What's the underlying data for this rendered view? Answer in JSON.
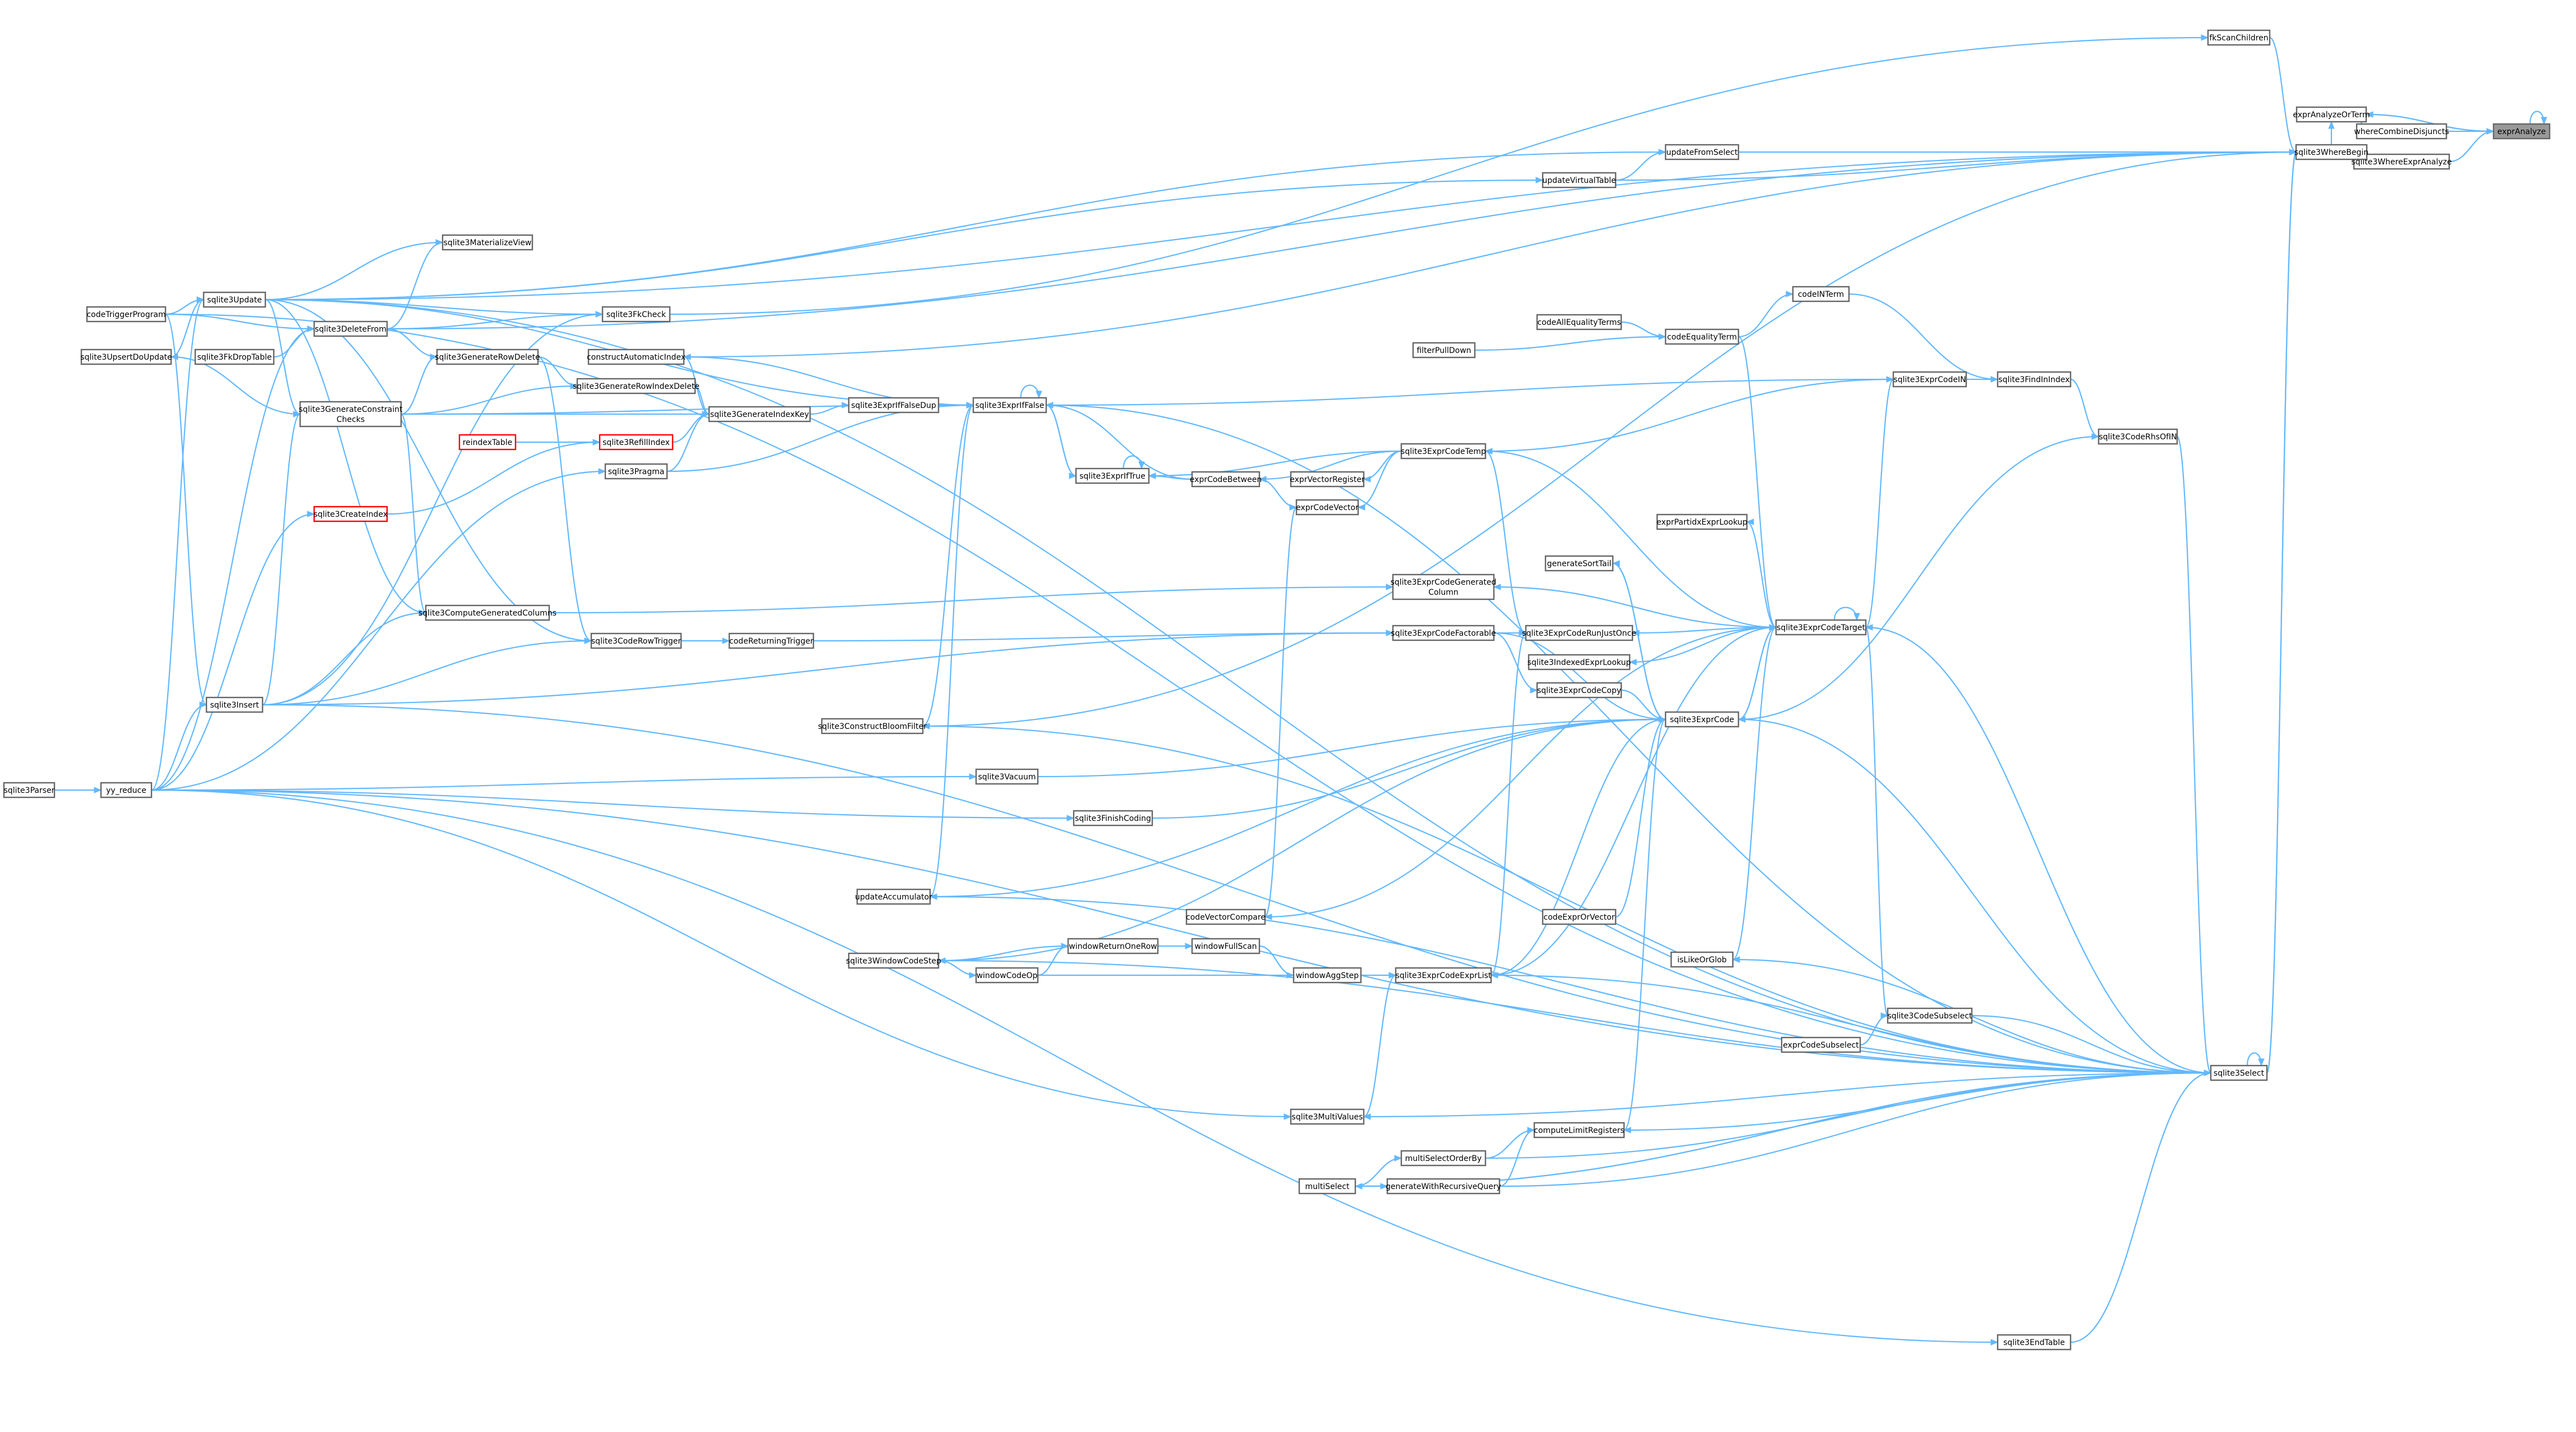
{
  "nodes": [
    {
      "id": "exprAnalyze",
      "label": "exprAnalyze",
      "style": "target"
    },
    {
      "id": "exprAnalyzeOrTerm",
      "label": "exprAnalyzeOrTerm",
      "style": "normal"
    },
    {
      "id": "whereCombineDisjuncts",
      "label": "whereCombineDisjuncts",
      "style": "normal"
    },
    {
      "id": "sqlite3WhereExprAnalyze",
      "label": "sqlite3WhereExprAnalyze",
      "style": "normal"
    },
    {
      "id": "sqlite3WhereBegin",
      "label": "sqlite3WhereBegin",
      "style": "normal"
    },
    {
      "id": "fkScanChildren",
      "label": "fkScanChildren",
      "style": "normal"
    },
    {
      "id": "updateFromSelect",
      "label": "updateFromSelect",
      "style": "normal"
    },
    {
      "id": "updateVirtualTable",
      "label": "updateVirtualTable",
      "style": "normal"
    },
    {
      "id": "sqlite3Update",
      "label": "sqlite3Update",
      "style": "normal"
    },
    {
      "id": "codeTriggerProgram",
      "label": "codeTriggerProgram",
      "style": "normal"
    },
    {
      "id": "sqlite3UpsertDoUpdate",
      "label": "sqlite3UpsertDoUpdate",
      "style": "normal"
    },
    {
      "id": "sqlite3FkDropTable",
      "label": "sqlite3FkDropTable",
      "style": "normal"
    },
    {
      "id": "sqlite3DeleteFrom",
      "label": "sqlite3DeleteFrom",
      "style": "normal"
    },
    {
      "id": "sqlite3GenerateConstraintChecks",
      "label": "sqlite3GenerateConstraint\nChecks",
      "style": "normal"
    },
    {
      "id": "sqlite3Insert",
      "label": "sqlite3Insert",
      "style": "normal"
    },
    {
      "id": "yy_reduce",
      "label": "yy_reduce",
      "style": "normal"
    },
    {
      "id": "sqlite3Parser",
      "label": "sqlite3Parser",
      "style": "normal"
    },
    {
      "id": "sqlite3MaterializeView",
      "label": "sqlite3MaterializeView",
      "style": "normal"
    },
    {
      "id": "sqlite3FkCheck",
      "label": "sqlite3FkCheck",
      "style": "normal"
    },
    {
      "id": "sqlite3GenerateRowDelete",
      "label": "sqlite3GenerateRowDelete",
      "style": "normal"
    },
    {
      "id": "constructAutomaticIndex",
      "label": "constructAutomaticIndex",
      "style": "normal"
    },
    {
      "id": "sqlite3GenerateRowIndexDelete",
      "label": "sqlite3GenerateRowIndexDelete",
      "style": "normal"
    },
    {
      "id": "sqlite3GenerateIndexKey",
      "label": "sqlite3GenerateIndexKey",
      "style": "normal"
    },
    {
      "id": "sqlite3ExprIfFalseDup",
      "label": "sqlite3ExprIfFalseDup",
      "style": "normal"
    },
    {
      "id": "sqlite3ExprIfFalse",
      "label": "sqlite3ExprIfFalse",
      "style": "normal"
    },
    {
      "id": "reindexTable",
      "label": "reindexTable",
      "style": "red"
    },
    {
      "id": "sqlite3RefillIndex",
      "label": "sqlite3RefillIndex",
      "style": "red"
    },
    {
      "id": "sqlite3Pragma",
      "label": "sqlite3Pragma",
      "style": "normal"
    },
    {
      "id": "sqlite3CreateIndex",
      "label": "sqlite3CreateIndex",
      "style": "red"
    },
    {
      "id": "sqlite3ComputeGeneratedColumns",
      "label": "sqlite3ComputeGeneratedColumns",
      "style": "normal"
    },
    {
      "id": "sqlite3CodeRowTrigger",
      "label": "sqlite3CodeRowTrigger",
      "style": "normal"
    },
    {
      "id": "codeReturningTrigger",
      "label": "codeReturningTrigger",
      "style": "normal"
    },
    {
      "id": "sqlite3ExprIfTrue",
      "label": "sqlite3ExprIfTrue",
      "style": "normal"
    },
    {
      "id": "exprCodeBetween",
      "label": "exprCodeBetween",
      "style": "normal"
    },
    {
      "id": "sqlite3ExprCodeTemp",
      "label": "sqlite3ExprCodeTemp",
      "style": "normal"
    },
    {
      "id": "exprVectorRegister",
      "label": "exprVectorRegister",
      "style": "normal"
    },
    {
      "id": "exprCodeVector",
      "label": "exprCodeVector",
      "style": "normal"
    },
    {
      "id": "sqlite3ExprCodeGeneratedColumn",
      "label": "sqlite3ExprCodeGenerated\nColumn",
      "style": "normal"
    },
    {
      "id": "sqlite3ExprCodeFactorable",
      "label": "sqlite3ExprCodeFactorable",
      "style": "normal"
    },
    {
      "id": "sqlite3ExprCodeRunJustOnce",
      "label": "sqlite3ExprCodeRunJustOnce",
      "style": "normal"
    },
    {
      "id": "sqlite3IndexedExprLookup",
      "label": "sqlite3IndexedExprLookup",
      "style": "normal"
    },
    {
      "id": "sqlite3ExprCodeCopy",
      "label": "sqlite3ExprCodeCopy",
      "style": "normal"
    },
    {
      "id": "sqlite3ExprCode",
      "label": "sqlite3ExprCode",
      "style": "normal"
    },
    {
      "id": "sqlite3ExprCodeTarget",
      "label": "sqlite3ExprCodeTarget",
      "style": "normal"
    },
    {
      "id": "exprPartidxExprLookup",
      "label": "exprPartidxExprLookup",
      "style": "normal"
    },
    {
      "id": "generateSortTail",
      "label": "generateSortTail",
      "style": "normal"
    },
    {
      "id": "codeINTerm",
      "label": "codeINTerm",
      "style": "normal"
    },
    {
      "id": "codeAllEqualityTerms",
      "label": "codeAllEqualityTerms",
      "style": "normal"
    },
    {
      "id": "filterPullDown",
      "label": "filterPullDown",
      "style": "normal"
    },
    {
      "id": "codeEqualityTerm",
      "label": "codeEqualityTerm",
      "style": "normal"
    },
    {
      "id": "sqlite3ExprCodeIN",
      "label": "sqlite3ExprCodeIN",
      "style": "normal"
    },
    {
      "id": "sqlite3FindInIndex",
      "label": "sqlite3FindInIndex",
      "style": "normal"
    },
    {
      "id": "sqlite3CodeRhsOfIN",
      "label": "sqlite3CodeRhsOfIN",
      "style": "normal"
    },
    {
      "id": "sqlite3ConstructBloomFilter",
      "label": "sqlite3ConstructBloomFilter",
      "style": "normal"
    },
    {
      "id": "sqlite3Vacuum",
      "label": "sqlite3Vacuum",
      "style": "normal"
    },
    {
      "id": "sqlite3FinishCoding",
      "label": "sqlite3FinishCoding",
      "style": "normal"
    },
    {
      "id": "updateAccumulator",
      "label": "updateAccumulator",
      "style": "normal"
    },
    {
      "id": "codeVectorCompare",
      "label": "codeVectorCompare",
      "style": "normal"
    },
    {
      "id": "codeExprOrVector",
      "label": "codeExprOrVector",
      "style": "normal"
    },
    {
      "id": "sqlite3WindowCodeStep",
      "label": "sqlite3WindowCodeStep",
      "style": "normal"
    },
    {
      "id": "windowReturnOneRow",
      "label": "windowReturnOneRow",
      "style": "normal"
    },
    {
      "id": "windowFullScan",
      "label": "windowFullScan",
      "style": "normal"
    },
    {
      "id": "windowCodeOp",
      "label": "windowCodeOp",
      "style": "normal"
    },
    {
      "id": "windowAggStep",
      "label": "windowAggStep",
      "style": "normal"
    },
    {
      "id": "sqlite3ExprCodeExprList",
      "label": "sqlite3ExprCodeExprList",
      "style": "normal"
    },
    {
      "id": "isLikeOrGlob",
      "label": "isLikeOrGlob",
      "style": "normal"
    },
    {
      "id": "sqlite3CodeSubselect",
      "label": "sqlite3CodeSubselect",
      "style": "normal"
    },
    {
      "id": "exprCodeSubselect",
      "label": "exprCodeSubselect",
      "style": "normal"
    },
    {
      "id": "sqlite3Select",
      "label": "sqlite3Select",
      "style": "normal"
    },
    {
      "id": "sqlite3MultiValues",
      "label": "sqlite3MultiValues",
      "style": "normal"
    },
    {
      "id": "computeLimitRegisters",
      "label": "computeLimitRegisters",
      "style": "normal"
    },
    {
      "id": "multiSelectOrderBy",
      "label": "multiSelectOrderBy",
      "style": "normal"
    },
    {
      "id": "multiSelect",
      "label": "multiSelect",
      "style": "normal"
    },
    {
      "id": "generateWithRecursiveQuery",
      "label": "generateWithRecursiveQuery",
      "style": "normal"
    },
    {
      "id": "sqlite3EndTable",
      "label": "sqlite3EndTable",
      "style": "normal"
    }
  ],
  "edges": [
    [
      "exprAnalyzeOrTerm",
      "exprAnalyze"
    ],
    [
      "whereCombineDisjuncts",
      "exprAnalyze"
    ],
    [
      "sqlite3WhereExprAnalyze",
      "exprAnalyze"
    ],
    [
      "exprAnalyze",
      "exprAnalyze"
    ],
    [
      "exprAnalyze",
      "exprAnalyzeOrTerm"
    ],
    [
      "exprAnalyzeOrTerm",
      "whereCombineDisjuncts"
    ],
    [
      "sqlite3WhereBegin",
      "sqlite3WhereExprAnalyze"
    ],
    [
      "sqlite3WhereBegin",
      "exprAnalyzeOrTerm"
    ],
    [
      "fkScanChildren",
      "sqlite3WhereBegin"
    ],
    [
      "updateFromSelect",
      "sqlite3WhereBegin"
    ],
    [
      "updateVirtualTable",
      "sqlite3WhereBegin"
    ],
    [
      "sqlite3Update",
      "sqlite3WhereBegin"
    ],
    [
      "sqlite3DeleteFrom",
      "sqlite3WhereBegin"
    ],
    [
      "sqlite3Select",
      "sqlite3WhereBegin"
    ],
    [
      "sqlite3FkCheck",
      "fkScanChildren"
    ],
    [
      "sqlite3Update",
      "updateFromSelect"
    ],
    [
      "sqlite3Update",
      "updateVirtualTable"
    ],
    [
      "updateVirtualTable",
      "updateFromSelect"
    ],
    [
      "codeTriggerProgram",
      "sqlite3Update"
    ],
    [
      "sqlite3UpsertDoUpdate",
      "sqlite3Update"
    ],
    [
      "yy_reduce",
      "sqlite3Update"
    ],
    [
      "codeTriggerProgram",
      "sqlite3DeleteFrom"
    ],
    [
      "sqlite3FkDropTable",
      "sqlite3DeleteFrom"
    ],
    [
      "yy_reduce",
      "sqlite3DeleteFrom"
    ],
    [
      "sqlite3GenerateConstraintChecks",
      "sqlite3UpsertDoUpdate"
    ],
    [
      "sqlite3Insert",
      "sqlite3GenerateConstraintChecks"
    ],
    [
      "sqlite3Update",
      "sqlite3GenerateConstraintChecks"
    ],
    [
      "codeTriggerProgram",
      "sqlite3Insert"
    ],
    [
      "yy_reduce",
      "sqlite3Insert"
    ],
    [
      "sqlite3Parser",
      "yy_reduce"
    ],
    [
      "sqlite3Update",
      "sqlite3MaterializeView"
    ],
    [
      "sqlite3DeleteFrom",
      "sqlite3MaterializeView"
    ],
    [
      "sqlite3Update",
      "sqlite3FkCheck"
    ],
    [
      "sqlite3DeleteFrom",
      "sqlite3FkCheck"
    ],
    [
      "sqlite3Insert",
      "sqlite3FkCheck"
    ],
    [
      "sqlite3DeleteFrom",
      "sqlite3GenerateRowDelete"
    ],
    [
      "sqlite3GenerateConstraintChecks",
      "sqlite3GenerateRowDelete"
    ],
    [
      "sqlite3GenerateRowDelete",
      "sqlite3GenerateRowIndexDelete"
    ],
    [
      "sqlite3GenerateConstraintChecks",
      "sqlite3GenerateRowIndexDelete"
    ],
    [
      "sqlite3GenerateRowIndexDelete",
      "sqlite3GenerateIndexKey"
    ],
    [
      "sqlite3GenerateConstraintChecks",
      "sqlite3GenerateIndexKey"
    ],
    [
      "sqlite3RefillIndex",
      "sqlite3GenerateIndexKey"
    ],
    [
      "sqlite3Pragma",
      "sqlite3GenerateIndexKey"
    ],
    [
      "constructAutomaticIndex",
      "sqlite3GenerateIndexKey"
    ],
    [
      "sqlite3GenerateIndexKey",
      "sqlite3ExprIfFalseDup"
    ],
    [
      "sqlite3ExprIfFalseDup",
      "sqlite3ExprIfFalse"
    ],
    [
      "constructAutomaticIndex",
      "sqlite3ExprIfFalse"
    ],
    [
      "sqlite3Update",
      "sqlite3ExprIfFalse"
    ],
    [
      "sqlite3GenerateConstraintChecks",
      "sqlite3ExprIfFalse"
    ],
    [
      "sqlite3Pragma",
      "sqlite3ExprIfFalse"
    ],
    [
      "sqlite3ExprIfTrue",
      "sqlite3ExprIfFalse"
    ],
    [
      "exprCodeBetween",
      "sqlite3ExprIfFalse"
    ],
    [
      "sqlite3ExprIfFalse",
      "sqlite3ExprIfTrue"
    ],
    [
      "sqlite3ExprIfTrue",
      "sqlite3ExprIfTrue"
    ],
    [
      "sqlite3ExprIfFalse",
      "sqlite3ExprIfFalse"
    ],
    [
      "sqlite3ConstructBloomFilter",
      "sqlite3ExprIfFalse"
    ],
    [
      "updateAccumulator",
      "sqlite3ExprIfFalse"
    ],
    [
      "sqlite3Select",
      "sqlite3ExprIfFalse"
    ],
    [
      "sqlite3WhereBegin",
      "constructAutomaticIndex"
    ],
    [
      "reindexTable",
      "sqlite3RefillIndex"
    ],
    [
      "sqlite3CreateIndex",
      "sqlite3RefillIndex"
    ],
    [
      "yy_reduce",
      "sqlite3Pragma"
    ],
    [
      "yy_reduce",
      "sqlite3CreateIndex"
    ],
    [
      "sqlite3Insert",
      "sqlite3ComputeGeneratedColumns"
    ],
    [
      "sqlite3Update",
      "sqlite3ComputeGeneratedColumns"
    ],
    [
      "sqlite3GenerateConstraintChecks",
      "sqlite3ComputeGeneratedColumns"
    ],
    [
      "sqlite3Insert",
      "sqlite3CodeRowTrigger"
    ],
    [
      "sqlite3Update",
      "sqlite3CodeRowTrigger"
    ],
    [
      "sqlite3GenerateRowDelete",
      "sqlite3CodeRowTrigger"
    ],
    [
      "sqlite3CodeRowTrigger",
      "codeReturningTrigger"
    ],
    [
      "exprCodeBetween",
      "sqlite3ExprIfTrue"
    ],
    [
      "sqlite3ExprCodeTemp",
      "sqlite3ExprIfTrue"
    ],
    [
      "sqlite3ExprCodeTemp",
      "exprCodeBetween"
    ],
    [
      "exprCodeVector",
      "exprCodeBetween"
    ],
    [
      "sqlite3ExprCodeTemp",
      "exprVectorRegister"
    ],
    [
      "sqlite3ExprCodeTemp",
      "exprCodeVector"
    ],
    [
      "sqlite3ExprCodeTarget",
      "sqlite3ExprCodeTemp"
    ],
    [
      "sqlite3ExprCodeIN",
      "sqlite3ExprCodeTemp"
    ],
    [
      "sqlite3ExprCodeRunJustOnce",
      "sqlite3ExprCodeTemp"
    ],
    [
      "sqlite3ComputeGeneratedColumns",
      "sqlite3ExprCodeGeneratedColumn"
    ],
    [
      "sqlite3ExprCodeTarget",
      "sqlite3ExprCodeGeneratedColumn"
    ],
    [
      "codeReturningTrigger",
      "sqlite3ExprCodeFactorable"
    ],
    [
      "sqlite3Insert",
      "sqlite3ExprCodeFactorable"
    ],
    [
      "sqlite3ExprCodeFactorable",
      "sqlite3ExprCodeRunJustOnce"
    ],
    [
      "sqlite3ExprCodeExprList",
      "sqlite3ExprCodeRunJustOnce"
    ],
    [
      "sqlite3ExprCodeTarget",
      "sqlite3ExprCodeRunJustOnce"
    ],
    [
      "sqlite3ExprCodeTarget",
      "sqlite3IndexedExprLookup"
    ],
    [
      "sqlite3ExprCodeFactorable",
      "sqlite3ExprCodeCopy"
    ],
    [
      "sqlite3ExprCode",
      "sqlite3ExprCodeTarget"
    ],
    [
      "sqlite3ExprCodeTarget",
      "sqlite3ExprCode"
    ],
    [
      "sqlite3ExprCodeTarget",
      "sqlite3ExprCodeTarget"
    ],
    [
      "sqlite3ExprCodeCopy",
      "sqlite3ExprCode"
    ],
    [
      "sqlite3ExprCodeFactorable",
      "sqlite3ExprCode"
    ],
    [
      "sqlite3ExprCodeTarget",
      "exprPartidxExprLookup"
    ],
    [
      "generateSortTail",
      "sqlite3ExprCode"
    ],
    [
      "sqlite3ExprCode",
      "generateSortTail"
    ],
    [
      "codeEqualityTerm",
      "codeINTerm"
    ],
    [
      "codeINTerm",
      "sqlite3FindInIndex"
    ],
    [
      "codeAllEqualityTerms",
      "codeEqualityTerm"
    ],
    [
      "filterPullDown",
      "codeEqualityTerm"
    ],
    [
      "codeEqualityTerm",
      "sqlite3ExprCodeTarget"
    ],
    [
      "sqlite3ExprCodeIN",
      "sqlite3FindInIndex"
    ],
    [
      "sqlite3ExprCodeIN",
      "sqlite3ExprIfFalse"
    ],
    [
      "sqlite3ExprCodeTarget",
      "sqlite3ExprCodeIN"
    ],
    [
      "sqlite3FindInIndex",
      "sqlite3CodeRhsOfIN"
    ],
    [
      "sqlite3CodeRhsOfIN",
      "sqlite3ExprCode"
    ],
    [
      "sqlite3CodeRhsOfIN",
      "sqlite3Select"
    ],
    [
      "sqlite3WhereBegin",
      "sqlite3ConstructBloomFilter"
    ],
    [
      "yy_reduce",
      "sqlite3Vacuum"
    ],
    [
      "sqlite3Vacuum",
      "sqlite3ExprCode"
    ],
    [
      "yy_reduce",
      "sqlite3FinishCoding"
    ],
    [
      "sqlite3FinishCoding",
      "sqlite3ExprCode"
    ],
    [
      "updateAccumulator",
      "sqlite3ExprCode"
    ],
    [
      "codeVectorCompare",
      "exprCodeVector"
    ],
    [
      "sqlite3ExprCodeTarget",
      "codeVectorCompare"
    ],
    [
      "codeExprOrVector",
      "sqlite3ExprCode"
    ],
    [
      "sqlite3WindowCodeStep",
      "sqlite3ExprCode"
    ],
    [
      "sqlite3WindowCodeStep",
      "windowReturnOneRow"
    ],
    [
      "sqlite3WindowCodeStep",
      "windowCodeOp"
    ],
    [
      "windowCodeOp",
      "windowReturnOneRow"
    ],
    [
      "windowReturnOneRow",
      "windowFullScan"
    ],
    [
      "windowFullScan",
      "windowAggStep"
    ],
    [
      "windowCodeOp",
      "windowAggStep"
    ],
    [
      "windowAggStep",
      "sqlite3ExprCodeExprList"
    ],
    [
      "sqlite3ExprCodeExprList",
      "sqlite3ExprCode"
    ],
    [
      "sqlite3ExprCodeTarget",
      "sqlite3ExprCodeExprList"
    ],
    [
      "sqlite3ExprCodeTarget",
      "isLikeOrGlob"
    ],
    [
      "sqlite3ExprCodeTarget",
      "sqlite3CodeSubselect"
    ],
    [
      "exprCodeSubselect",
      "sqlite3CodeSubselect"
    ],
    [
      "sqlite3CodeSubselect",
      "sqlite3Select"
    ],
    [
      "sqlite3Select",
      "isLikeOrGlob"
    ],
    [
      "sqlite3Select",
      "sqlite3Select"
    ],
    [
      "sqlite3Select",
      "sqlite3ExprCode"
    ],
    [
      "sqlite3Select",
      "updateAccumulator"
    ],
    [
      "sqlite3Select",
      "sqlite3WindowCodeStep"
    ],
    [
      "sqlite3Select",
      "sqlite3ExprCodeExprList"
    ],
    [
      "sqlite3Select",
      "computeLimitRegisters"
    ],
    [
      "sqlite3Select",
      "multiSelect"
    ],
    [
      "sqlite3Select",
      "sqlite3MultiValues"
    ],
    [
      "yy_reduce",
      "sqlite3MultiValues"
    ],
    [
      "sqlite3MultiValues",
      "sqlite3ExprCodeExprList"
    ],
    [
      "computeLimitRegisters",
      "sqlite3ExprCode"
    ],
    [
      "multiSelectOrderBy",
      "computeLimitRegisters"
    ],
    [
      "generateWithRecursiveQuery",
      "computeLimitRegisters"
    ],
    [
      "multiSelect",
      "multiSelectOrderBy"
    ],
    [
      "multiSelect",
      "generateWithRecursiveQuery"
    ],
    [
      "multiSelectOrderBy",
      "sqlite3Select"
    ],
    [
      "generateWithRecursiveQuery",
      "sqlite3Select"
    ],
    [
      "multiSelect",
      "sqlite3Select"
    ],
    [
      "sqlite3EndTable",
      "sqlite3Select"
    ],
    [
      "yy_reduce",
      "sqlite3EndTable"
    ],
    [
      "codeTriggerProgram",
      "sqlite3Select"
    ],
    [
      "sqlite3Insert",
      "sqlite3Select"
    ],
    [
      "sqlite3Update",
      "sqlite3Select"
    ],
    [
      "yy_reduce",
      "sqlite3Select"
    ],
    [
      "sqlite3Select",
      "sqlite3ExprCodeTarget"
    ],
    [
      "sqlite3Select",
      "sqlite3ConstructBloomFilter"
    ],
    [
      "sqlite3Select",
      "sqlite3WhereBegin"
    ]
  ]
}
